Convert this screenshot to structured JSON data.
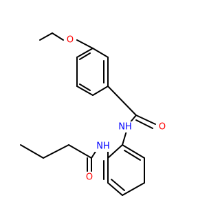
{
  "molecule": {
    "atoms": [
      {
        "id": "O_ether",
        "text": "O",
        "color": "#ff0000"
      },
      {
        "id": "O_amide1",
        "text": "O",
        "color": "#ff0000"
      },
      {
        "id": "N_amide1",
        "text": "NH",
        "color": "#0000ff"
      },
      {
        "id": "N_amide2",
        "text": "NH",
        "color": "#0000ff"
      },
      {
        "id": "O_amide2",
        "text": "O",
        "color": "#ff0000"
      }
    ]
  }
}
